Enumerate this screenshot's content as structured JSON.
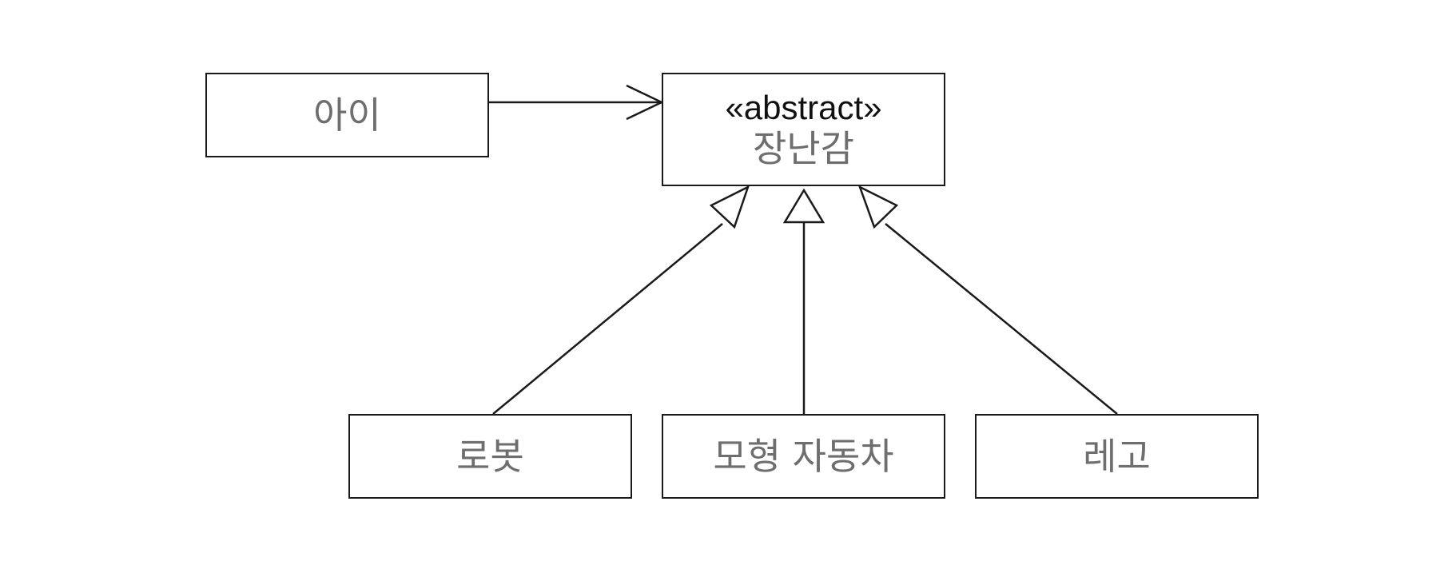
{
  "diagram": {
    "classes": {
      "child": {
        "name": "아이"
      },
      "toy": {
        "stereotype": "«abstract»",
        "name": "장난감"
      },
      "robot": {
        "name": "로봇"
      },
      "model_car": {
        "name": "모형 자동차"
      },
      "lego": {
        "name": "레고"
      }
    },
    "relations": [
      {
        "type": "association",
        "from": "아이",
        "to": "장난감"
      },
      {
        "type": "generalization",
        "from": "로봇",
        "to": "장난감"
      },
      {
        "type": "generalization",
        "from": "모형 자동차",
        "to": "장난감"
      },
      {
        "type": "generalization",
        "from": "레고",
        "to": "장난감"
      }
    ]
  },
  "colors": {
    "line": "#1a1a1a",
    "text": "#6e6e6e"
  }
}
